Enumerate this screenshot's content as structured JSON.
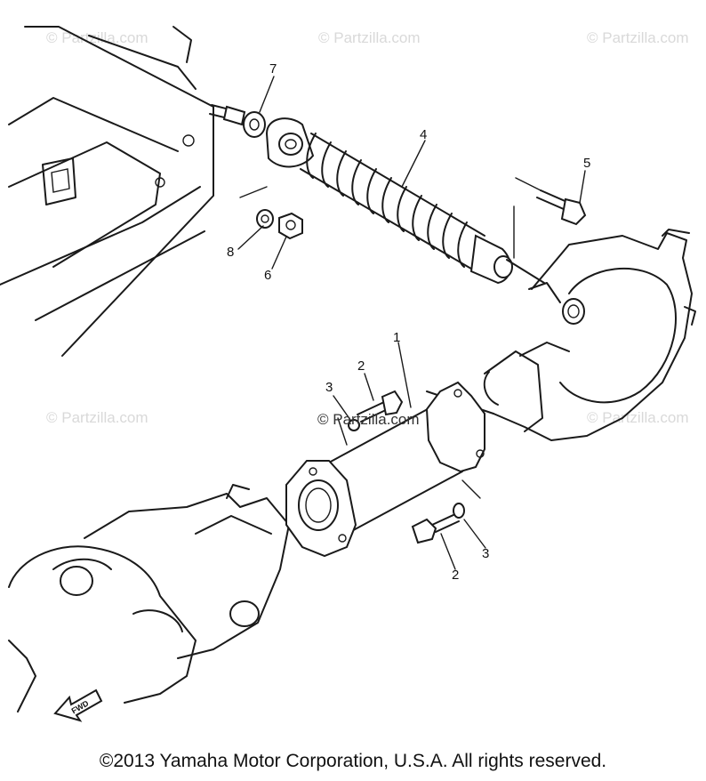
{
  "watermark": "© Partzilla.com",
  "callouts": {
    "c1": "1",
    "c2a": "2",
    "c2b": "2",
    "c3a": "3",
    "c3b": "3",
    "c4": "4",
    "c5": "5",
    "c6": "6",
    "c7": "7",
    "c8": "8"
  },
  "fwd_label": "FWD",
  "copyright": "©2013 Yamaha Motor Corporation, U.S.A. All rights reserved."
}
